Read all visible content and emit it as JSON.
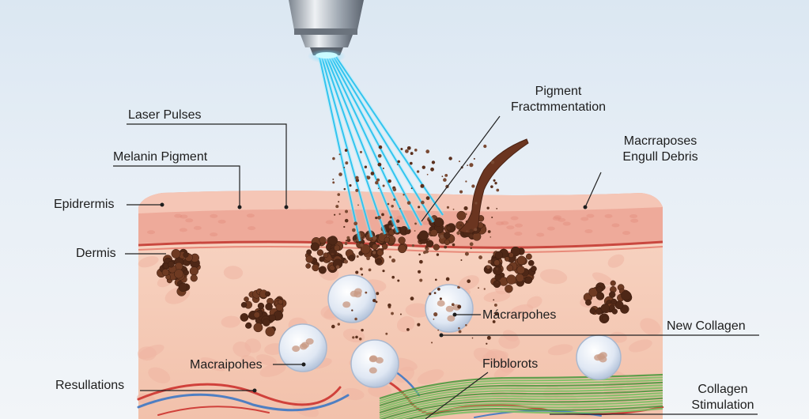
{
  "colors": {
    "epidermis": "#e9a294",
    "epidermis_top": "#f3c0b2",
    "dermis": "#f6cdbb",
    "pigment": "#5a2f1c",
    "beam": "#39c8f0",
    "collagen": "#6fb25a",
    "vessel_red": "#d0413b",
    "vessel_blue": "#4f7fc2"
  },
  "labels": {
    "laser_pulses": "Laser Pulses",
    "melanin_pigment": "Melanin Pigment",
    "epidermis": "Epidrermis",
    "dermis": "Dermis",
    "resullations": "Resullations",
    "pigment_frag_1": "Pigment",
    "pigment_frag_2": "Fractmmentation",
    "macro_engulf_1": "Macrraposes",
    "macro_engulf_2": "Engull Debris",
    "macrarpohes": "Mácrarpohes",
    "new_collagen": "New Collagen",
    "macraipohes": "Macraipohes",
    "fibblorots": "Fibblorots",
    "collagen_stim_1": "Collagen",
    "collagen_stim_2": "Stimulation"
  },
  "icons": [
    "laser-handpiece-icon",
    "hair-follicle-icon"
  ]
}
